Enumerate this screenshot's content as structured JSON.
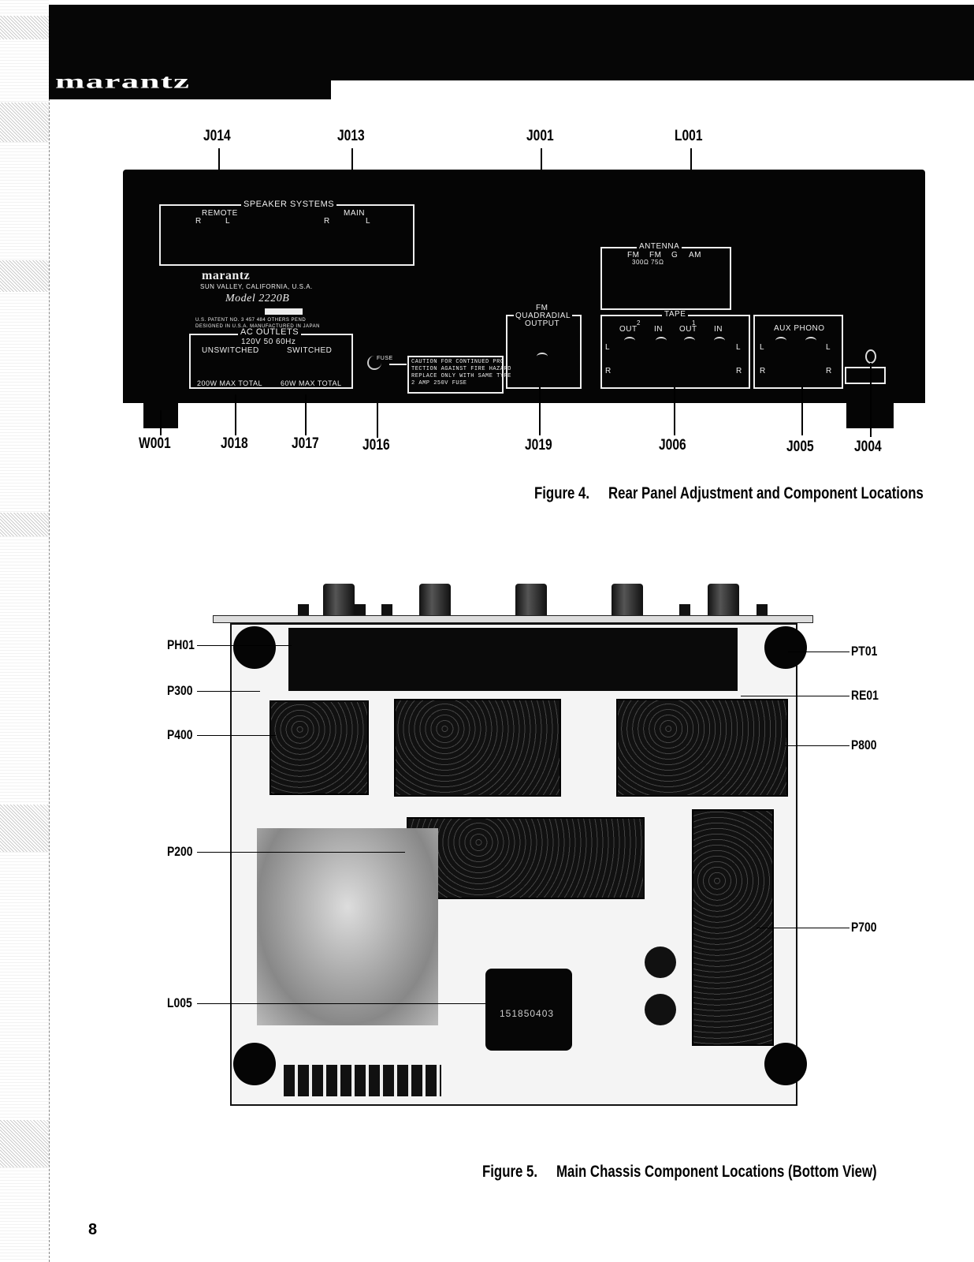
{
  "header": {
    "brand": "marantz"
  },
  "figure4": {
    "caption_number": "Figure 4.",
    "caption_title": "Rear Panel Adjustment and Component Locations",
    "top_callouts": [
      "J014",
      "J013",
      "J001",
      "L001"
    ],
    "bottom_callouts": [
      "W001",
      "J018",
      "J017",
      "J016",
      "J019",
      "J006",
      "J005",
      "J004"
    ],
    "panel": {
      "speaker_systems": "SPEAKER SYSTEMS",
      "remote": "REMOTE",
      "main": "MAIN",
      "r": "R",
      "l": "L",
      "brand_plate": "marantz",
      "location": "SUN VALLEY, CALIFORNIA, U.S.A.",
      "model": "Model 2220B",
      "patent": "U.S. PATENT NO. 3 457 484 OTHERS PEND",
      "designed": "DESIGNED IN U.S.A. MANUFACTURED IN JAPAN",
      "ac_outlets": "AC OUTLETS",
      "ac_rating": "120V 50 60Hz",
      "unswitched": "UNSWITCHED",
      "switched": "SWITCHED",
      "unswitched_max": "200W MAX TOTAL",
      "switched_max": "60W MAX TOTAL",
      "fuse": "FUSE",
      "caution": [
        "CAUTION  FOR CONTINUED PRO",
        "TECTION AGAINST FIRE HAZARD",
        "REPLACE ONLY WITH SAME TYPE",
        "2 AMP 250V FUSE"
      ],
      "fm_quadradial": [
        "FM",
        "QUADRADIAL",
        "OUTPUT"
      ],
      "antenna": "ANTENNA",
      "antenna_terms": [
        "FM",
        "FM",
        "G",
        "AM"
      ],
      "antenna_ohms": "300Ω  75Ω",
      "tape": "TAPE",
      "tape_2": "2",
      "tape_1": "1",
      "out": "OUT",
      "in": "IN",
      "aux_phono": "AUX PHONO"
    }
  },
  "figure5": {
    "caption_number": "Figure 5.",
    "caption_title": "Main Chassis Component Locations (Bottom View)",
    "left_callouts": [
      "PH01",
      "P300",
      "P400",
      "P200",
      "L005"
    ],
    "right_callouts": [
      "PT01",
      "RE01",
      "P800",
      "P700"
    ],
    "transformer_label": "151850403"
  },
  "page_number": "8"
}
